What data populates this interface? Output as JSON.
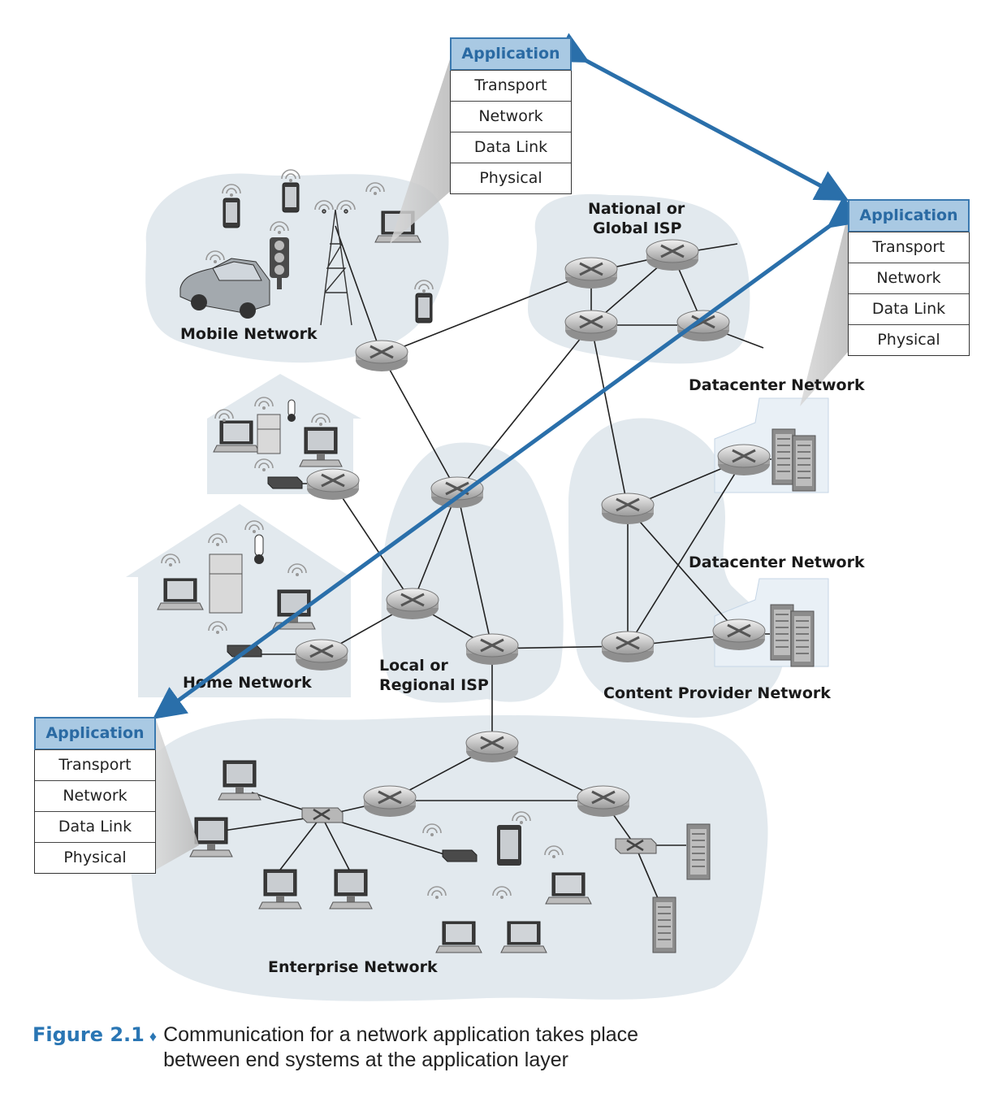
{
  "regions": {
    "mobile": "Mobile Network",
    "national_line1": "National or",
    "national_line2": "Global ISP",
    "datacenter_top": "Datacenter Network",
    "datacenter_bottom": "Datacenter Network",
    "home": "Home Network",
    "local_line1": "Local or",
    "local_line2": "Regional ISP",
    "content_provider": "Content Provider Network",
    "enterprise": "Enterprise Network"
  },
  "stacks": [
    {
      "layers": [
        "Application",
        "Transport",
        "Network",
        "Data Link",
        "Physical"
      ]
    },
    {
      "layers": [
        "Application",
        "Transport",
        "Network",
        "Data Link",
        "Physical"
      ]
    },
    {
      "layers": [
        "Application",
        "Transport",
        "Network",
        "Data Link",
        "Physical"
      ]
    }
  ],
  "caption": {
    "number": "Figure 2.1",
    "text": "Communication for a network application takes place between end systems at the application layer"
  },
  "colors": {
    "arrow": "#2a6faa",
    "cloud": "#e2e9ee",
    "app_fill": "#a9c9e3"
  }
}
